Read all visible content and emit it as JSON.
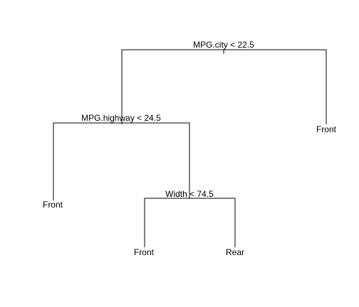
{
  "tree": {
    "root": {
      "split_label": "MPG.city < 22.5",
      "left": {
        "split_label": "MPG.highway < 24.5",
        "left": {
          "leaf_label": "Front"
        },
        "right": {
          "split_label": "Width < 74.5",
          "left": {
            "leaf_label": "Front"
          },
          "right": {
            "leaf_label": "Rear"
          }
        }
      },
      "right": {
        "leaf_label": "Front"
      }
    }
  }
}
